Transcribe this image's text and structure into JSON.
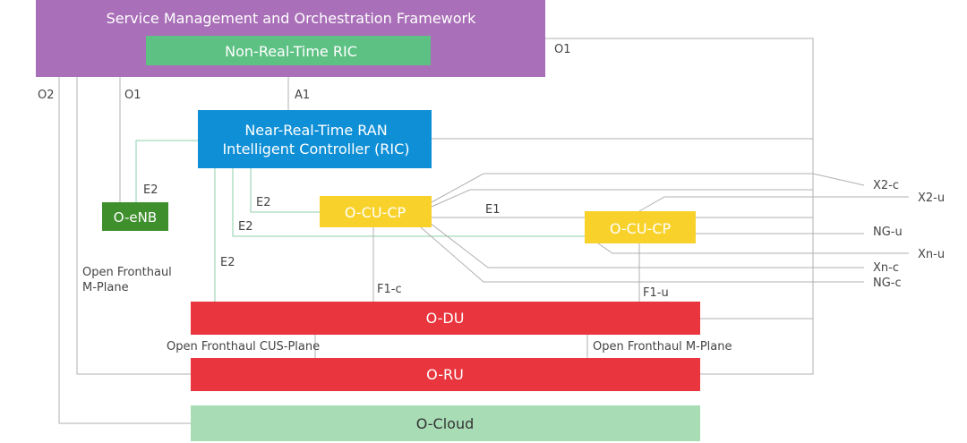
{
  "boxes": {
    "smo": {
      "label": "Service Management and Orchestration Framework",
      "color": "#a96fb8"
    },
    "non_rt_ric": {
      "label": "Non-Real-Time RIC",
      "color": "#5ec184"
    },
    "near_rt_ric": {
      "line1": "Near-Real-Time RAN",
      "line2": "Intelligent Controller (RIC)",
      "color": "#0f8fd6"
    },
    "o_enb": {
      "label": "O-eNB",
      "color": "#3f8f2d"
    },
    "o_cu_cp_1": {
      "label": "O-CU-CP",
      "color": "#f8d22b"
    },
    "o_cu_cp_2": {
      "label": "O-CU-CP",
      "color": "#f8d22b"
    },
    "o_du": {
      "label": "O-DU",
      "color": "#e9353d"
    },
    "o_ru": {
      "label": "O-RU",
      "color": "#e9353d"
    },
    "o_cloud": {
      "label": "O-Cloud",
      "color": "#a8dcb5"
    }
  },
  "labels": {
    "o1_right": "O1",
    "o2": "O2",
    "o1_left": "O1",
    "a1": "A1",
    "e2_enb": "E2",
    "e2_cu": "E2",
    "e2_cu2": "E2",
    "e2_du": "E2",
    "e1": "E1",
    "f1c": "F1-c",
    "f1u": "F1-u",
    "fh_mplane_left_1": "Open Fronthaul",
    "fh_mplane_left_2": "M-Plane",
    "fh_cus": "Open Fronthaul CUS-Plane",
    "fh_mplane_right": "Open Fronthaul M-Plane"
  },
  "interfaces": {
    "x2c": "X2-c",
    "x2u": "X2-u",
    "ngu": "NG-u",
    "xnu": "Xn-u",
    "xnc": "Xn-c",
    "ngc": "NG-c"
  }
}
